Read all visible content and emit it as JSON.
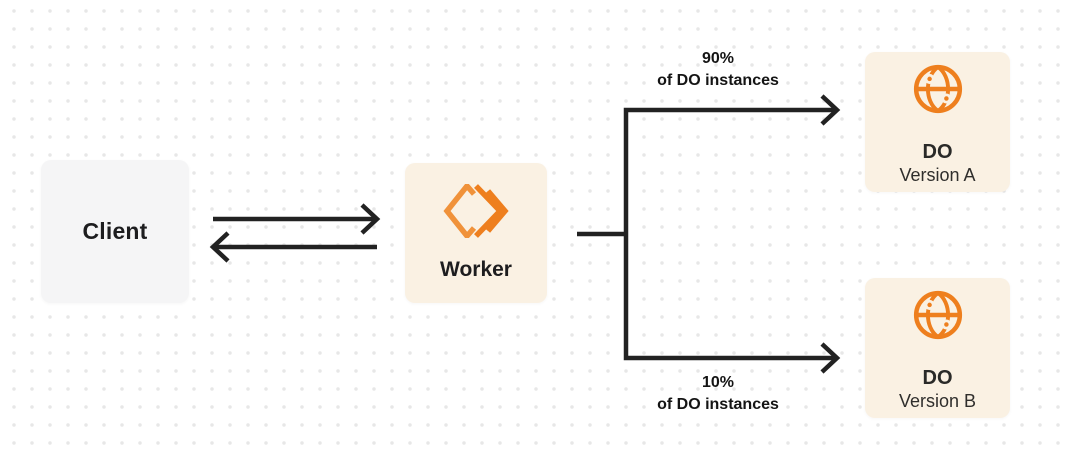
{
  "nodes": {
    "client": {
      "label": "Client"
    },
    "worker": {
      "label": "Worker"
    },
    "do_version_a": {
      "title": "DO",
      "subtitle": "Version A"
    },
    "do_version_b": {
      "title": "DO",
      "subtitle": "Version B"
    }
  },
  "edges": {
    "split_top": {
      "percent": "90%",
      "caption": "of DO instances"
    },
    "split_bottom": {
      "percent": "10%",
      "caption": "of DO instances"
    }
  },
  "icons": {
    "worker": "cloudflare-workers-icon",
    "durable_object": "globe-icon"
  },
  "colors": {
    "accent_orange": "#ee7f1e",
    "accent_orange_light": "#f0923a",
    "panel_cream": "#faf1e3",
    "panel_gray": "#f5f5f6",
    "line_dark": "#222222",
    "dot_grid": "#e7e7e7",
    "text_dark": "#1d1d1f"
  }
}
